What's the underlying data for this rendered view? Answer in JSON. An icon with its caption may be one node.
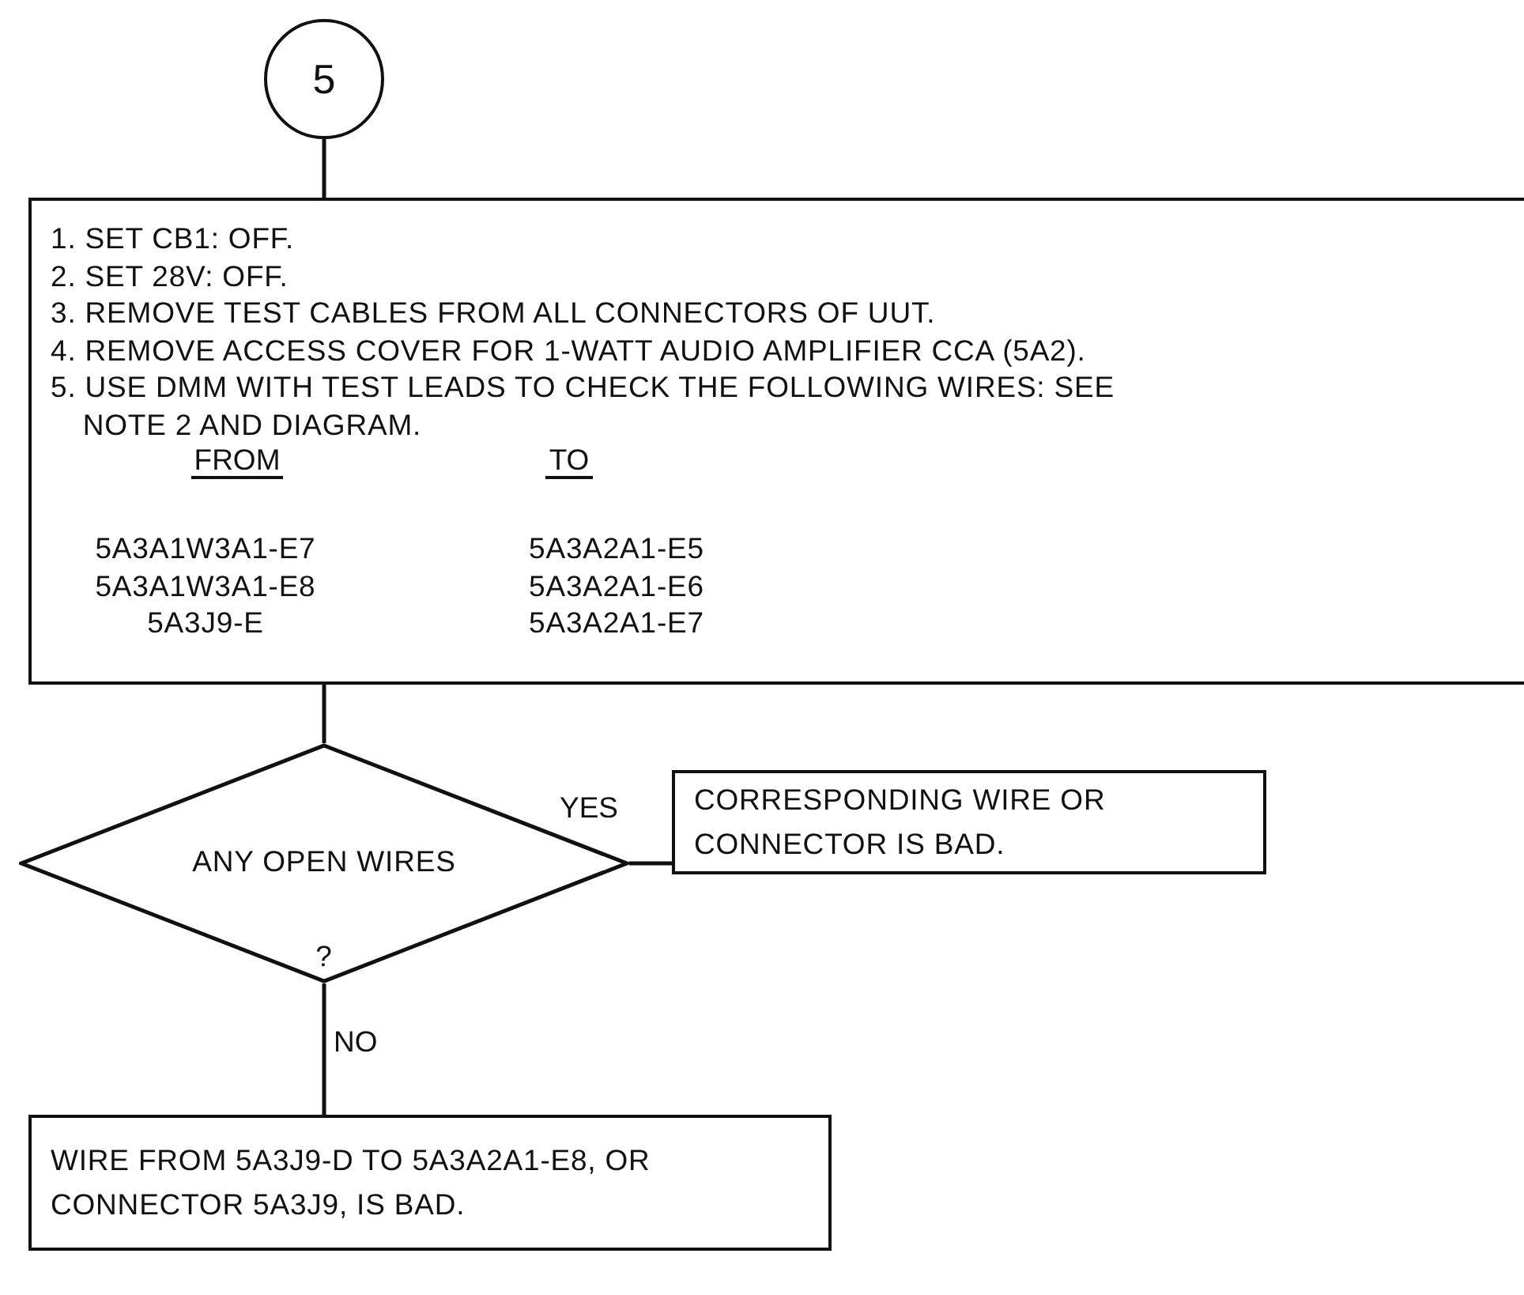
{
  "diagram": {
    "nodes": [
      {
        "text": [
          "5"
        ]
      },
      {
        "text": [
          "1. SET CB1:  OFF.",
          "2. SET 28V:  OFF.",
          "3. REMOVE TEST CABLES FROM ALL CONNECTORS OF UUT.",
          "4. REMOVE ACCESS COVER FOR 1-WATT AUDIO AMPLIFIER CCA (5A2).",
          "5. USE DMM WITH TEST LEADS TO CHECK THE FOLLOWING WIRES: SEE NOTE 2 AND DIAGRAM.",
          "FROM",
          "TO",
          "5A3A1W3A1-E7",
          "5A3A2A1-E5",
          "5A3A1W3A1-E8",
          "5A3A2A1-E6",
          "5A3J9-E",
          "5A3A2A1-E7"
        ]
      },
      {
        "text": [
          "ANY OPEN WIRES",
          "?"
        ]
      },
      {
        "text": [
          "CORRESPONDING WIRE OR CONNECTOR IS BAD."
        ]
      },
      {
        "text": [
          "WIRE FROM 5A3J9-D TO 5A3A2A1-E8, OR CONNECTOR 5A3J9, IS BAD."
        ]
      }
    ],
    "edges": [
      {
        "from": 0,
        "to": 1,
        "arrow": "none"
      },
      {
        "from": 1,
        "to": 2,
        "arrow": "none"
      },
      {
        "from": 2,
        "to": 3,
        "arrow": "none",
        "label": "YES"
      },
      {
        "from": 2,
        "to": 4,
        "arrow": "none",
        "label": "NO"
      }
    ]
  }
}
